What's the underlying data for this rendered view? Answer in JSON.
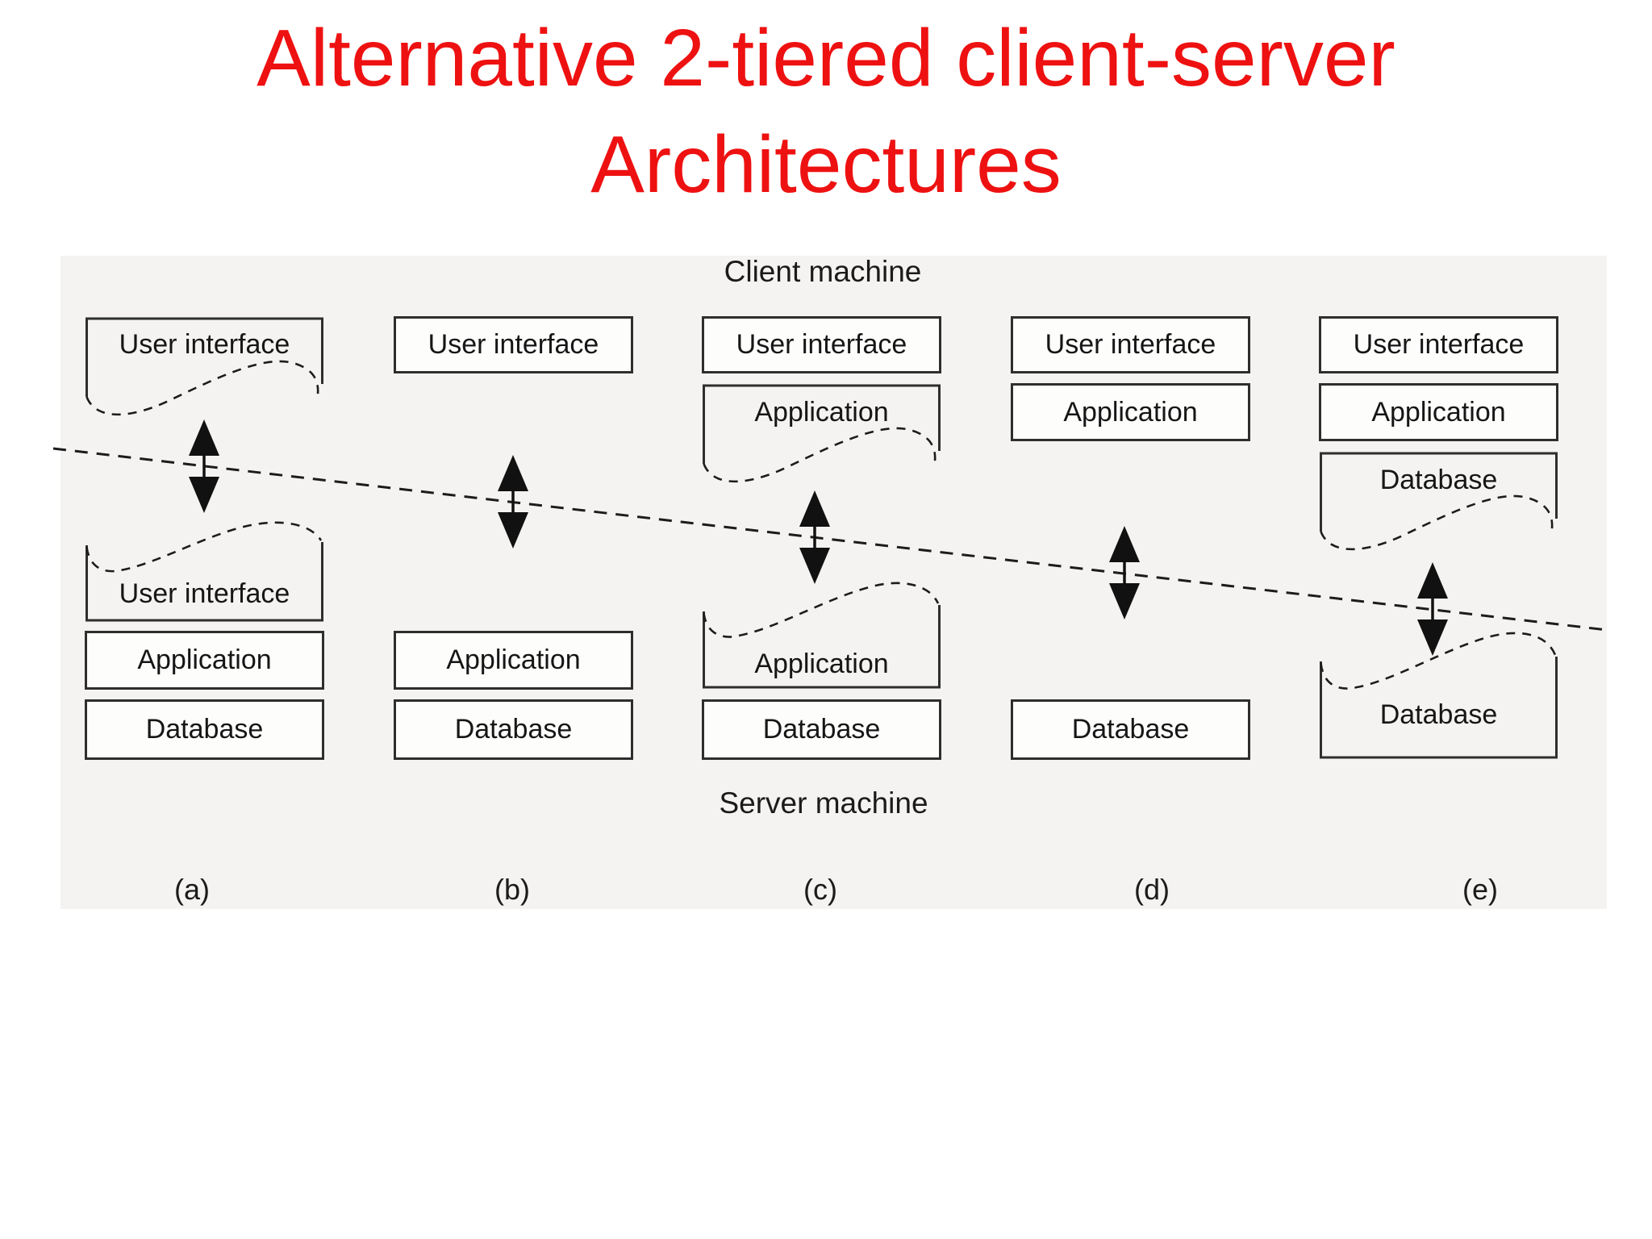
{
  "title": {
    "line1": "Alternative 2-tiered client-server",
    "line2": "Architectures"
  },
  "labels": {
    "client": "Client machine",
    "server": "Server machine"
  },
  "columns": [
    {
      "tag": "(a)",
      "client": [
        "User interface"
      ],
      "server": [
        "User interface",
        "Application",
        "Database"
      ]
    },
    {
      "tag": "(b)",
      "client": [
        "User interface"
      ],
      "server": [
        "Application",
        "Database"
      ]
    },
    {
      "tag": "(c)",
      "client": [
        "User interface",
        "Application"
      ],
      "server": [
        "Application",
        "Database"
      ]
    },
    {
      "tag": "(d)",
      "client": [
        "User interface",
        "Application"
      ],
      "server": [
        "Database"
      ]
    },
    {
      "tag": "(e)",
      "client": [
        "User interface",
        "Application",
        "Database"
      ],
      "server": [
        "Database"
      ]
    }
  ],
  "colors": {
    "title": "#ee1111",
    "panel_bg": "#f4f3f1",
    "box_border": "#2e2e2e",
    "box_fill": "#fdfdfc",
    "line": "#1c1c1c",
    "text": "#161616"
  }
}
